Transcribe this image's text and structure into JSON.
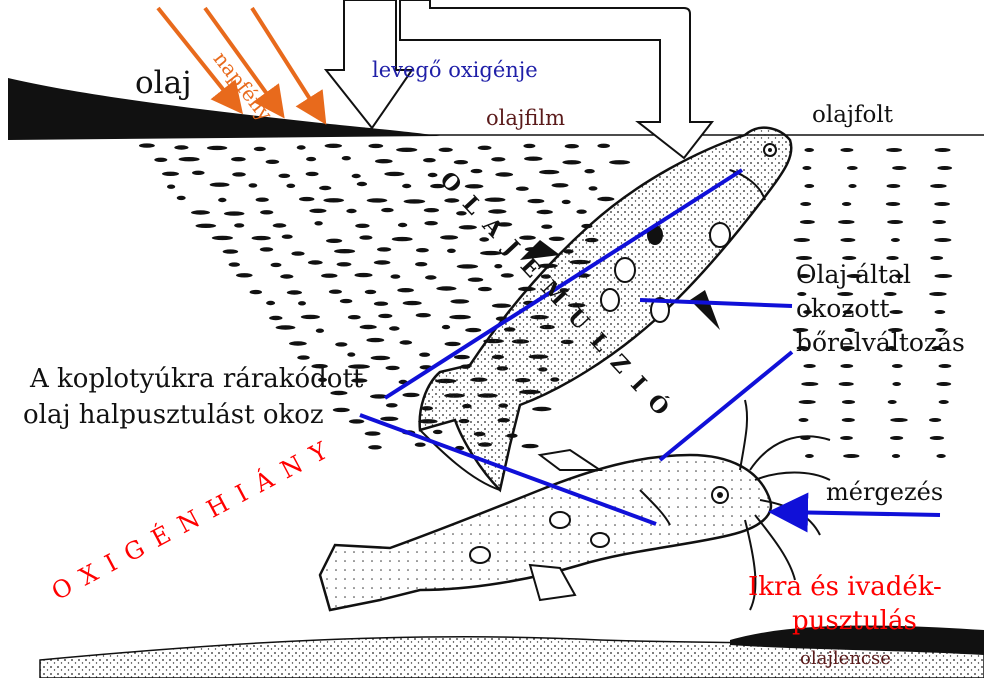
{
  "labels": {
    "olaj": "olaj",
    "napfeny": "napfény",
    "levego": "levegő oxigénje",
    "olajfilm": "olajfilm",
    "olajfolt": "olajfolt",
    "emulzio": "OLAJEMULZIÓ",
    "borelvaltozas_1": "Olaj által",
    "borelvaltozas_2": "okozott",
    "borelvaltozas_3": "bőrelváltozás",
    "koploty_1": "A koplotyúkra rárakódott",
    "koploty_2": "olaj halpusztulást okoz",
    "oxigenhiany": "OXIGÉNHIÁNY",
    "mergezes": "mérgezés",
    "ikra_1": "Ikra és ivadék-",
    "ikra_2": "pusztulás",
    "olajlencse": "olajlencse"
  },
  "colors": {
    "sun_arrow": "#e86a1c",
    "pointer_line": "#1010d8",
    "red_text": "#ff0000",
    "oil": "#111111"
  }
}
